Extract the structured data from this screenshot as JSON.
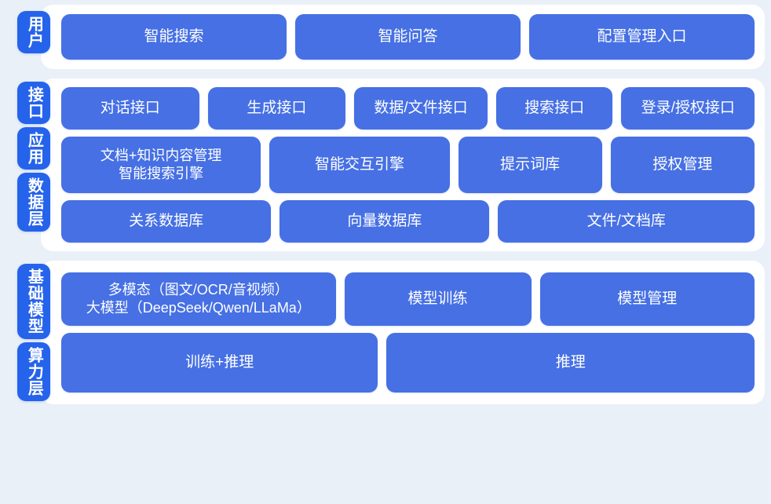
{
  "theme": {
    "background": "#eaf0f8",
    "panel": "#ffffff",
    "label_blue": "#2563eb",
    "card_blue": "#4670e4",
    "text_on_blue": "#ffffff"
  },
  "diagram": {
    "type": "layered-architecture",
    "sections": [
      {
        "id": "user-section",
        "labels": [
          "用户"
        ],
        "rows": [
          {
            "id": "user-row",
            "cards": [
              {
                "text": "智能搜索",
                "flex": 1
              },
              {
                "text": "智能问答",
                "flex": 1
              },
              {
                "text": "配置管理入口",
                "flex": 1
              }
            ]
          }
        ]
      },
      {
        "id": "middle-section",
        "labels": [
          "接口",
          "应用",
          "数据层"
        ],
        "rows": [
          {
            "id": "interface-row",
            "cards": [
              {
                "text": "对话接口",
                "flex": 1.04
              },
              {
                "text": "生成接口",
                "flex": 1.04
              },
              {
                "text": "数据/文件接口",
                "flex": 1.0
              },
              {
                "text": "搜索接口",
                "flex": 0.86
              },
              {
                "text": "登录/授权接口",
                "flex": 1.0
              }
            ]
          },
          {
            "id": "application-row",
            "cards": [
              {
                "text": "文档+知识内容管理\n智能搜索引擎",
                "flex": 1.12,
                "two_line": true
              },
              {
                "text": "智能交互引擎",
                "flex": 1.0
              },
              {
                "text": "提示词库",
                "flex": 0.78
              },
              {
                "text": "授权管理",
                "flex": 0.78
              }
            ]
          },
          {
            "id": "data-row",
            "cards": [
              {
                "text": "关系数据库",
                "flex": 1.0
              },
              {
                "text": "向量数据库",
                "flex": 1.0
              },
              {
                "text": "文件/文档库",
                "flex": 1.24
              }
            ]
          }
        ]
      },
      {
        "id": "base-section",
        "labels": [
          "基础模型",
          "算力层"
        ],
        "rows": [
          {
            "id": "model-row",
            "cards": [
              {
                "text": "多模态（图文/OCR/音视频）\n大模型（DeepSeek/Qwen/LLaMa）",
                "flex": 1.3,
                "two_line": true
              },
              {
                "text": "模型训练",
                "flex": 0.86
              },
              {
                "text": "模型管理",
                "flex": 1.0
              }
            ]
          },
          {
            "id": "compute-row",
            "cards": [
              {
                "text": "训练+推理",
                "flex": 1.0
              },
              {
                "text": "推理",
                "flex": 1.17
              }
            ]
          }
        ]
      }
    ]
  }
}
